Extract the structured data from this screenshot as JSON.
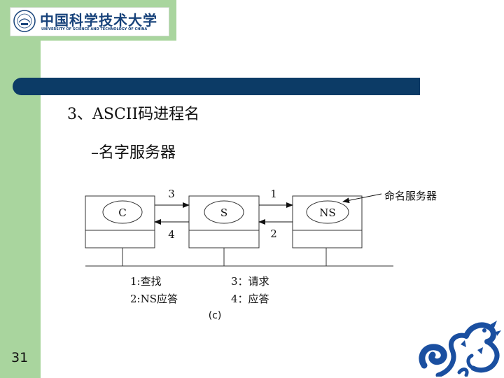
{
  "header": {
    "logo_cn": "中国科学技术大学",
    "logo_en": "UNIVERSITY OF SCIENCE AND TECHNOLOGY OF CHINA"
  },
  "slide": {
    "heading": "3、ASCII码进程名",
    "subheading": "–名字服务器",
    "page_number": "31"
  },
  "diagram": {
    "nodes": [
      "C",
      "S",
      "NS"
    ],
    "arrow_labels": [
      "3",
      "4",
      "1",
      "2"
    ],
    "callout": "命名服务器",
    "legend": [
      "1:查找",
      "2:NS应答",
      "3：请求",
      "4：应答"
    ],
    "caption": "(c)"
  },
  "colors": {
    "sidebar": "#a9d59e",
    "title_bar": "#0c3b66",
    "logo_blue": "#17427a"
  }
}
